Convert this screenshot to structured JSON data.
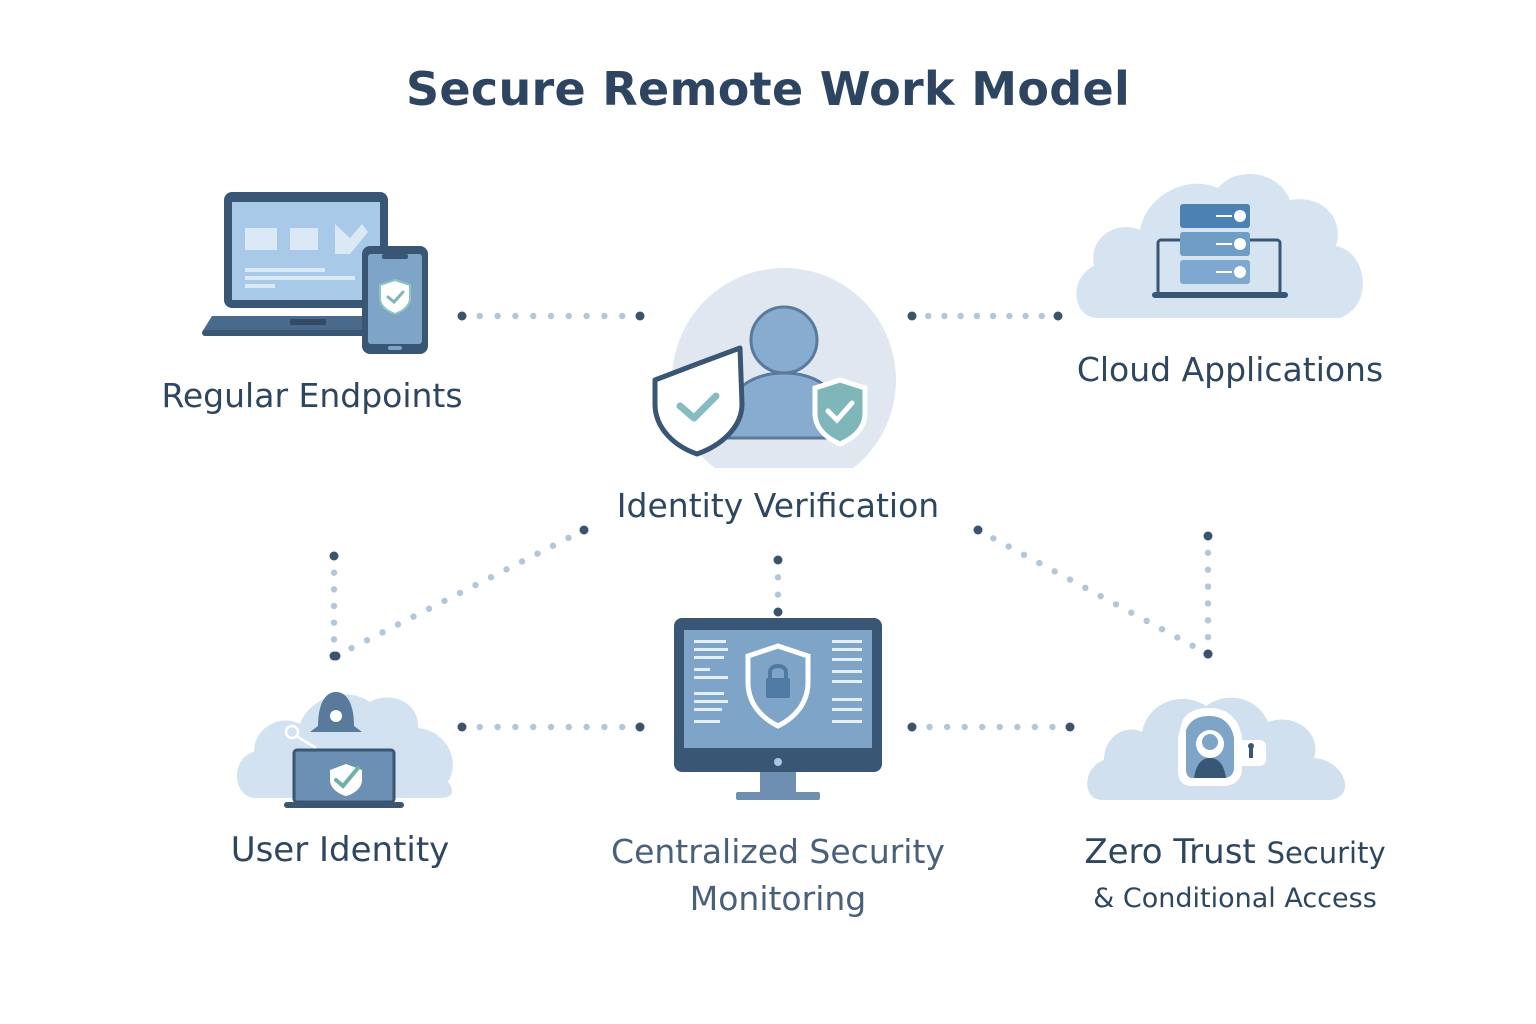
{
  "title": "Secure Remote Work Model",
  "colors": {
    "title": "#2d4560",
    "text": "#2f4660",
    "dark_navy": "#3a5675",
    "mid_blue": "#6f98c0",
    "light_blue": "#a9c8e6",
    "cloud": "#dbe7f3",
    "teal": "#7fb6b9",
    "dots_dark": "#3c536c",
    "dots_light": "#b3c6da"
  },
  "nodes": {
    "regular_endpoints": {
      "label": "Regular Endpoints",
      "icon": "laptop-and-phone-icon"
    },
    "identity_verification": {
      "label": "Identity Verification",
      "icon": "user-shield-icon"
    },
    "cloud_applications": {
      "label": "Cloud Applications",
      "icon": "cloud-server-icon"
    },
    "user_identity": {
      "label": "User Identity",
      "icon": "cloud-laptop-lock-icon"
    },
    "centralized_monitoring": {
      "label_line1": "Centralized Security",
      "label_line2": "Monitoring",
      "icon": "monitor-shield-lock-icon"
    },
    "zero_trust": {
      "label_line1_a": "Zero Trust",
      "label_line1_b": "Security",
      "label_line2": "& Conditional Access",
      "icon": "cloud-user-lock-icon"
    }
  },
  "connections": [
    {
      "from": "regular_endpoints",
      "to": "identity_verification"
    },
    {
      "from": "identity_verification",
      "to": "cloud_applications"
    },
    {
      "from": "identity_verification",
      "to": "user_identity"
    },
    {
      "from": "identity_verification",
      "to": "centralized_monitoring"
    },
    {
      "from": "identity_verification",
      "to": "zero_trust"
    },
    {
      "from": "user_identity",
      "to": "centralized_monitoring"
    },
    {
      "from": "centralized_monitoring",
      "to": "zero_trust"
    },
    {
      "from": "regular_endpoints",
      "to": "user_identity"
    },
    {
      "from": "cloud_applications",
      "to": "zero_trust"
    }
  ]
}
